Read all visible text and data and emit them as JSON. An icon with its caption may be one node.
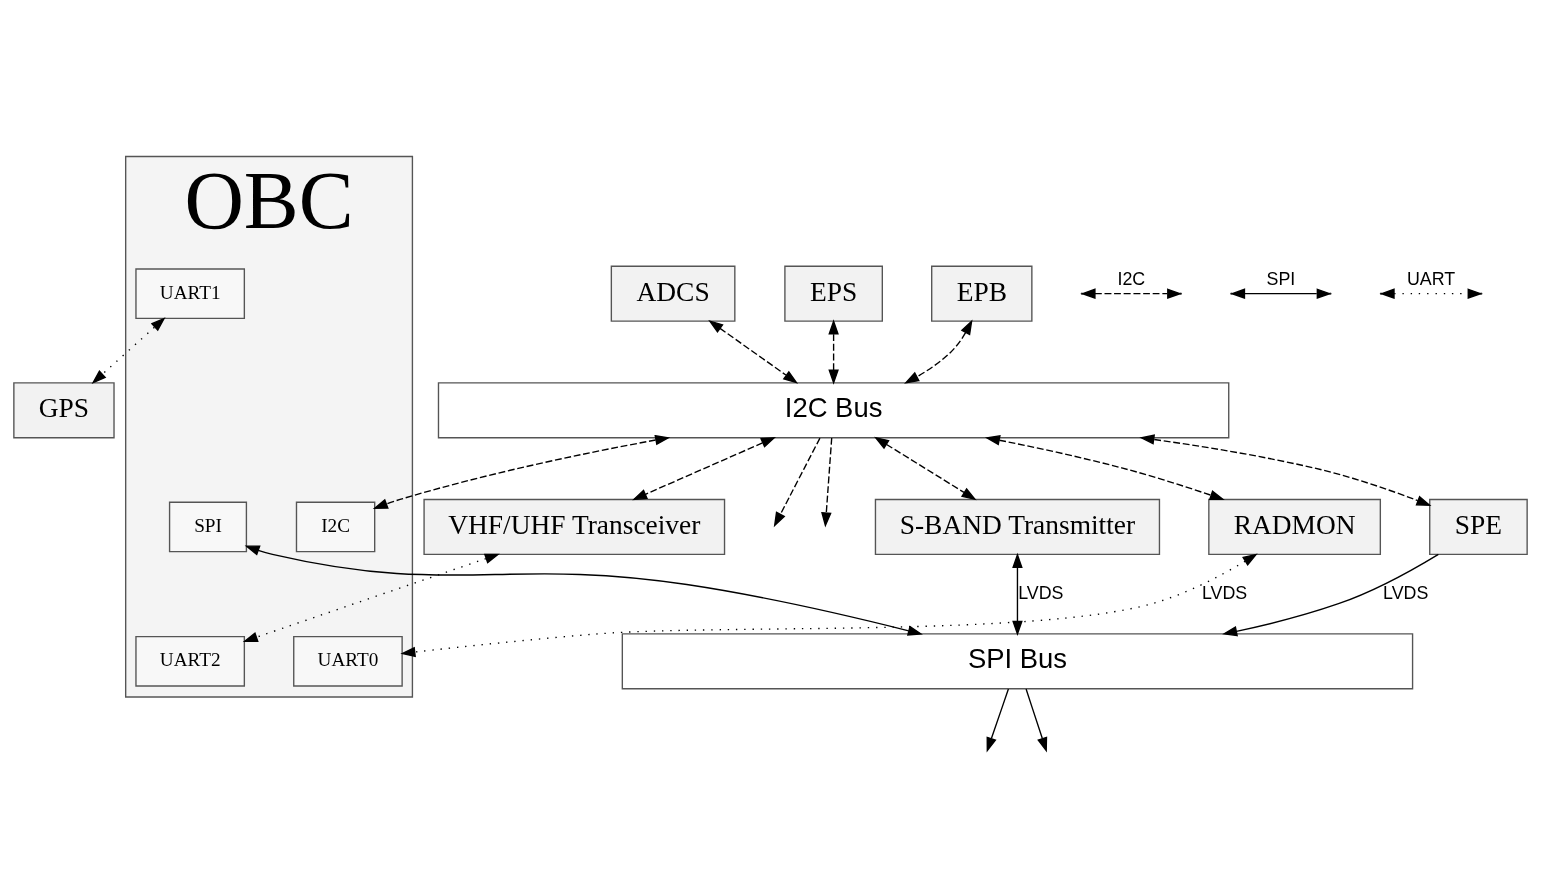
{
  "diagram": {
    "nodes": [
      {
        "text": [
          "EPB"
        ]
      },
      {
        "text": [
          "ADCS"
        ]
      },
      {
        "text": [
          "EPS"
        ]
      },
      {
        "text": [
          "I2C Bus"
        ]
      },
      {
        "text": [
          "VHF/UHF Transceiver"
        ]
      },
      {
        "text": [
          "OBC"
        ]
      },
      {
        "text": [
          "UART2"
        ],
        "in": 5
      },
      {
        "text": [
          "I2C"
        ],
        "in": 5
      },
      {
        "text": [
          "UART0"
        ],
        "in": 5
      },
      {
        "text": [
          "UART1"
        ],
        "in": 5
      },
      {
        "text": [
          "SPI"
        ],
        "in": 5
      },
      {
        "text": [
          "S-BAND Transmitter"
        ]
      },
      {
        "text": [
          "RADMON"
        ]
      },
      {
        "text": [
          "SPE"
        ]
      },
      {
        "text": [
          "GPS"
        ]
      },
      {
        "text": [
          "SPI Bus"
        ]
      }
    ],
    "edges": [
      {
        "from": 3,
        "to": null,
        "arrow": "to",
        "style": "dashed"
      },
      {
        "from": 3,
        "to": null,
        "arrow": "to",
        "style": "dashed"
      },
      {
        "from": 0,
        "to": 3,
        "arrow": "both",
        "style": "dashed"
      },
      {
        "from": 1,
        "to": 3,
        "arrow": "both",
        "style": "dashed"
      },
      {
        "from": 2,
        "to": 3,
        "arrow": "both",
        "style": "dashed"
      },
      {
        "from": 3,
        "to": 4,
        "arrow": "both",
        "style": "dashed"
      },
      {
        "from": 3,
        "to": 7,
        "arrow": "both",
        "style": "dashed"
      },
      {
        "from": 3,
        "to": 11,
        "arrow": "both",
        "style": "dashed"
      },
      {
        "from": 3,
        "to": 12,
        "arrow": "both",
        "style": "dashed"
      },
      {
        "from": 3,
        "to": 13,
        "arrow": "both",
        "style": "dashed"
      },
      {
        "from": 4,
        "to": 6,
        "arrow": "both",
        "style": "dashed"
      },
      {
        "from": 12,
        "to": 8,
        "arrow": "both",
        "style": "dashed",
        "label": "LVDS"
      },
      {
        "from": 9,
        "to": 14,
        "arrow": "both",
        "style": "dashed"
      },
      {
        "from": 10,
        "to": 15,
        "arrow": "both"
      },
      {
        "from": 11,
        "to": 15,
        "arrow": "both",
        "label": "LVDS"
      },
      {
        "from": 13,
        "to": 15,
        "arrow": "to",
        "label": "LVDS"
      },
      {
        "from": 15,
        "to": null,
        "arrow": "to"
      },
      {
        "from": 15,
        "to": null,
        "arrow": "to"
      }
    ],
    "legend": [
      {
        "text": "I2C"
      },
      {
        "text": "SPI"
      },
      {
        "text": "UART"
      }
    ]
  }
}
